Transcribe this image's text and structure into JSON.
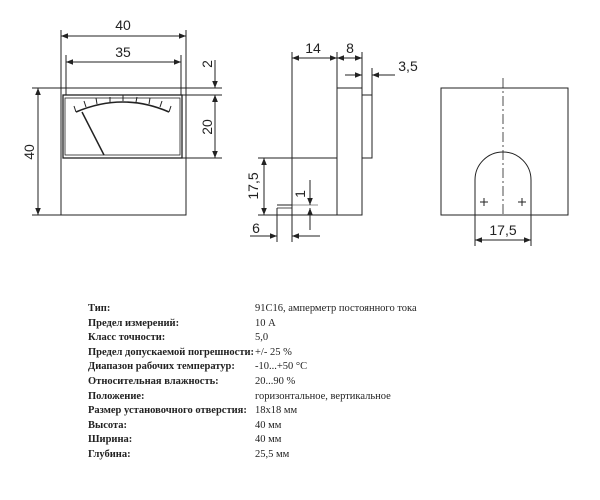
{
  "drawing": {
    "front_view": {
      "width_outer": "40",
      "width_window": "35",
      "height_outer": "40",
      "top_gap": "2",
      "window_height": "20"
    },
    "side_view": {
      "depth_body": "14",
      "depth_front": "8",
      "front_thickness": "3,5",
      "back_height": "17,5",
      "terminal_offset": "1",
      "terminal_length": "6"
    },
    "rear_view": {
      "cutout_width": "17,5"
    }
  },
  "specs": [
    {
      "label": "Тип:",
      "value": "91C16, амперметр постоянного тока"
    },
    {
      "label": "Предел измерений:",
      "value": "10 А"
    },
    {
      "label": "Класс точности:",
      "value": "5,0"
    },
    {
      "label": "Предел допускаемой погрешности:",
      "value": "+/- 25 %"
    },
    {
      "label": "Диапазон рабочих температур:",
      "value": "-10...+50 °C"
    },
    {
      "label": "Относительная влажность:",
      "value": "20...90 %"
    },
    {
      "label": "Положение:",
      "value": "горизонтальное, вертикальное"
    },
    {
      "label": "Размер установочного отверстия:",
      "value": "18x18 мм"
    },
    {
      "label": "Высота:",
      "value": "40 мм"
    },
    {
      "label": "Ширина:",
      "value": "40 мм"
    },
    {
      "label": "Глубина:",
      "value": "25,5 мм"
    }
  ]
}
